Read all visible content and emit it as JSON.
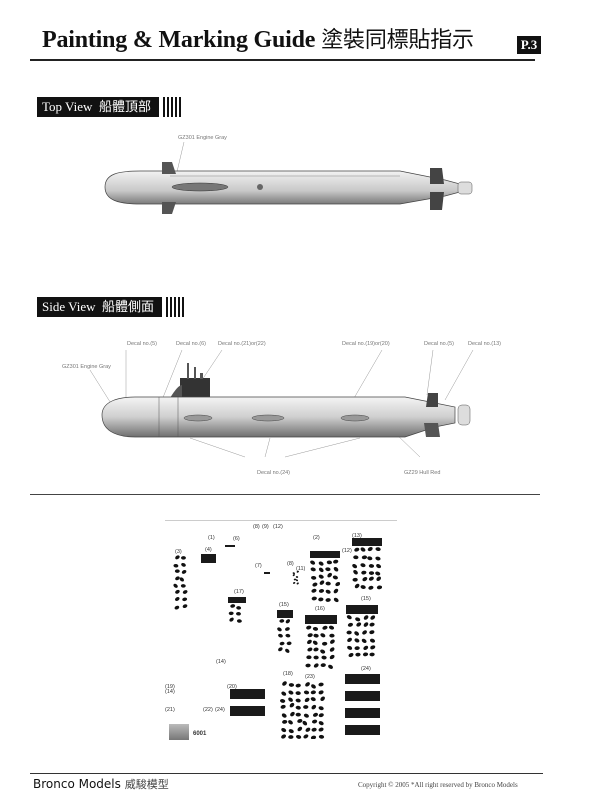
{
  "header": {
    "title": "Painting & Marking Guide",
    "title_zh": "塗裝同標貼指示",
    "page": "P.3"
  },
  "top_view": {
    "label": "Top View",
    "label_zh": "船體頂部",
    "callouts": [
      "GZ301 Engine Gray"
    ]
  },
  "side_view": {
    "label": "Side View",
    "label_zh": "船體側面",
    "callouts": [
      "GZ301 Engine Gray",
      "Decal no.(5)",
      "Decal no.(6)",
      "Decal no.(21)or(22)",
      "Decal no.(19)or(20)",
      "Decal no.(5)",
      "Decal no.(13)",
      "Decal no.(24)",
      "GZ29 Hull Red"
    ]
  },
  "decal_sheet": {
    "numbers": [
      "(8)",
      "(9)",
      "(12)",
      "(1)",
      "(6)",
      "(3)",
      "(4)",
      "(7)",
      "(2)",
      "(8)",
      "(11)",
      "(12)",
      "(13)",
      "(17)",
      "(15)",
      "(16)",
      "(15)",
      "(18)",
      "(14)",
      "(19)",
      "(23)",
      "(24)",
      "(14)",
      "(20)",
      "(21)",
      "(22)",
      "(24)"
    ],
    "product_no": "6001"
  },
  "footer": {
    "brand": "Bronco Models",
    "brand_zh": "威駿模型",
    "copyright": "Copyright © 2005  *All right reserved by Bronco Models"
  }
}
